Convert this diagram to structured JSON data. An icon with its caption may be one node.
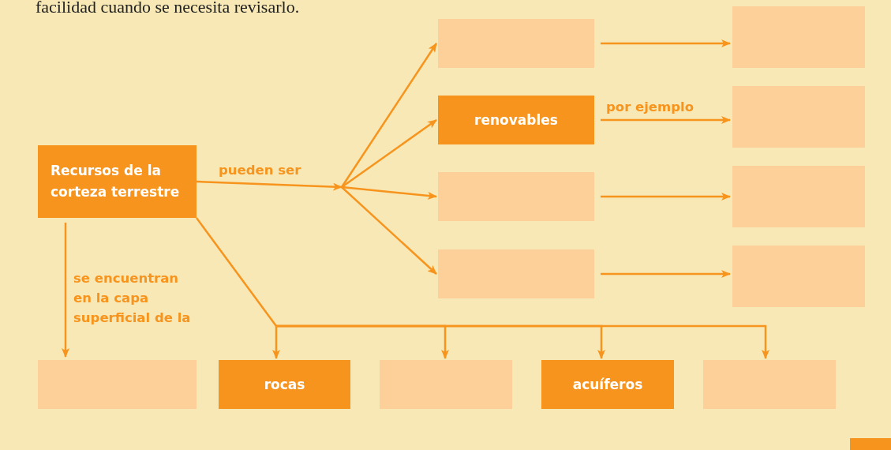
{
  "diagram": {
    "nodes": [
      {
        "text": [
          "Recursos de la corteza terrestre"
        ]
      },
      {
        "text": [],
        "shape": "box"
      },
      {
        "text": [
          "renovables"
        ]
      },
      {
        "text": [],
        "shape": "box"
      },
      {
        "text": [],
        "shape": "box"
      },
      {
        "text": [],
        "shape": "box"
      },
      {
        "text": [],
        "shape": "box"
      },
      {
        "text": [],
        "shape": "box"
      },
      {
        "text": [],
        "shape": "box"
      },
      {
        "text": [],
        "shape": "box"
      },
      {
        "text": [
          "rocas"
        ]
      },
      {
        "text": [],
        "shape": "box"
      },
      {
        "text": [
          "acuíferos"
        ]
      },
      {
        "text": [],
        "shape": "box"
      }
    ],
    "edges": [
      {
        "from": 0,
        "to": 1,
        "arrow": "to",
        "label": "pueden ser"
      },
      {
        "from": 0,
        "to": 2,
        "arrow": "to"
      },
      {
        "from": 0,
        "to": 3,
        "arrow": "to"
      },
      {
        "from": 0,
        "to": 4,
        "arrow": "to"
      },
      {
        "from": 1,
        "to": 5,
        "arrow": "to"
      },
      {
        "from": 2,
        "to": 6,
        "arrow": "to",
        "label": "por ejemplo"
      },
      {
        "from": 3,
        "to": 7,
        "arrow": "to"
      },
      {
        "from": 4,
        "to": 8,
        "arrow": "to"
      },
      {
        "from": 0,
        "to": 9,
        "arrow": "to",
        "label": "se encuentran en la capa superficial de la"
      },
      {
        "from": 0,
        "to": 10,
        "arrow": "to"
      },
      {
        "from": 0,
        "to": 11,
        "arrow": "to"
      },
      {
        "from": 0,
        "to": 12,
        "arrow": "to"
      },
      {
        "from": 0,
        "to": 13,
        "arrow": "to"
      }
    ],
    "labels": [
      "facilidad cuando se necesita revisarlo."
    ]
  }
}
